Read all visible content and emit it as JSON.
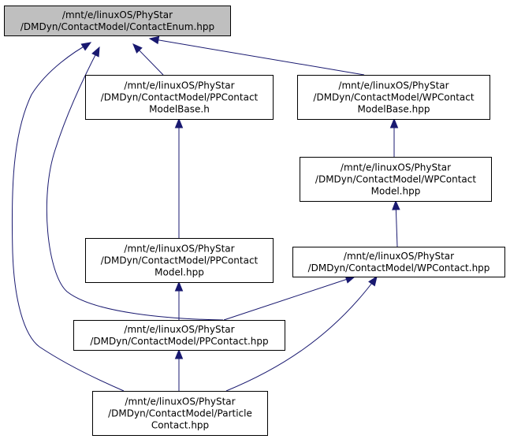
{
  "diagram": {
    "colors": {
      "root_fill": "#bfbfbf",
      "node_fill": "#ffffff",
      "edge": "#191970"
    },
    "nodes": [
      {
        "id": "contactenum",
        "root": true,
        "lines": [
          "/mnt/e/linuxOS/PhyStar",
          "/DMDyn/ContactModel/ContactEnum.hpp"
        ]
      },
      {
        "id": "ppcontactmodelbase",
        "lines": [
          "/mnt/e/linuxOS/PhyStar",
          "/DMDyn/ContactModel/PPContact",
          "ModelBase.h"
        ]
      },
      {
        "id": "wpcontactmodelbase",
        "lines": [
          "/mnt/e/linuxOS/PhyStar",
          "/DMDyn/ContactModel/WPContact",
          "ModelBase.hpp"
        ]
      },
      {
        "id": "wpcontactmodel",
        "lines": [
          "/mnt/e/linuxOS/PhyStar",
          "/DMDyn/ContactModel/WPContact",
          "Model.hpp"
        ]
      },
      {
        "id": "ppcontactmodel",
        "lines": [
          "/mnt/e/linuxOS/PhyStar",
          "/DMDyn/ContactModel/PPContact",
          "Model.hpp"
        ]
      },
      {
        "id": "wpcontact",
        "lines": [
          "/mnt/e/linuxOS/PhyStar",
          "/DMDyn/ContactModel/WPContact.hpp"
        ]
      },
      {
        "id": "ppcontact",
        "lines": [
          "/mnt/e/linuxOS/PhyStar",
          "/DMDyn/ContactModel/PPContact.hpp"
        ]
      },
      {
        "id": "particlecontact",
        "lines": [
          "/mnt/e/linuxOS/PhyStar",
          "/DMDyn/ContactModel/Particle",
          "Contact.hpp"
        ]
      }
    ],
    "edges": [
      {
        "from": "ppcontactmodelbase",
        "to": "contactenum"
      },
      {
        "from": "wpcontactmodelbase",
        "to": "contactenum"
      },
      {
        "from": "ppcontact",
        "to": "contactenum"
      },
      {
        "from": "particlecontact",
        "to": "contactenum"
      },
      {
        "from": "ppcontactmodel",
        "to": "ppcontactmodelbase"
      },
      {
        "from": "wpcontactmodel",
        "to": "wpcontactmodelbase"
      },
      {
        "from": "wpcontact",
        "to": "wpcontactmodel"
      },
      {
        "from": "ppcontact",
        "to": "ppcontactmodel"
      },
      {
        "from": "ppcontact",
        "to": "wpcontact"
      },
      {
        "from": "particlecontact",
        "to": "wpcontact"
      },
      {
        "from": "particlecontact",
        "to": "ppcontact"
      }
    ]
  }
}
